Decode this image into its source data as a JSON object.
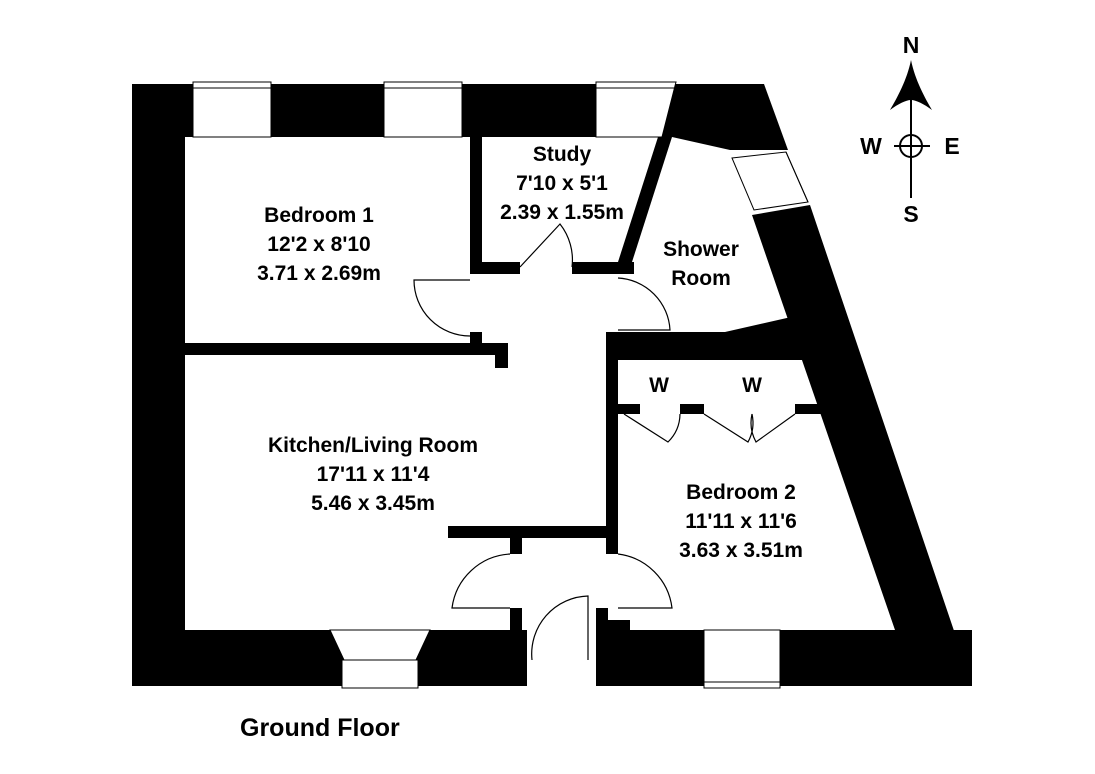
{
  "floor_label": "Ground Floor",
  "rooms": [
    {
      "id": "bedroom1",
      "name": "Bedroom 1",
      "imperial": "12'2 x 8'10",
      "metric": "3.71 x 2.69m"
    },
    {
      "id": "study",
      "name": "Study",
      "imperial": "7'10 x 5'1",
      "metric": "2.39 x 1.55m"
    },
    {
      "id": "shower",
      "name_line1": "Shower",
      "name_line2": "Room"
    },
    {
      "id": "kitchen",
      "name": "Kitchen/Living Room",
      "imperial": "17'11 x 11'4",
      "metric": "5.46 x 3.45m"
    },
    {
      "id": "bedroom2",
      "name": "Bedroom 2",
      "imperial": "11'11 x 11'6",
      "metric": "3.63 x 3.51m"
    }
  ],
  "wardrobes": [
    "W",
    "W"
  ],
  "compass": {
    "n": "N",
    "s": "S",
    "e": "E",
    "w": "W"
  }
}
